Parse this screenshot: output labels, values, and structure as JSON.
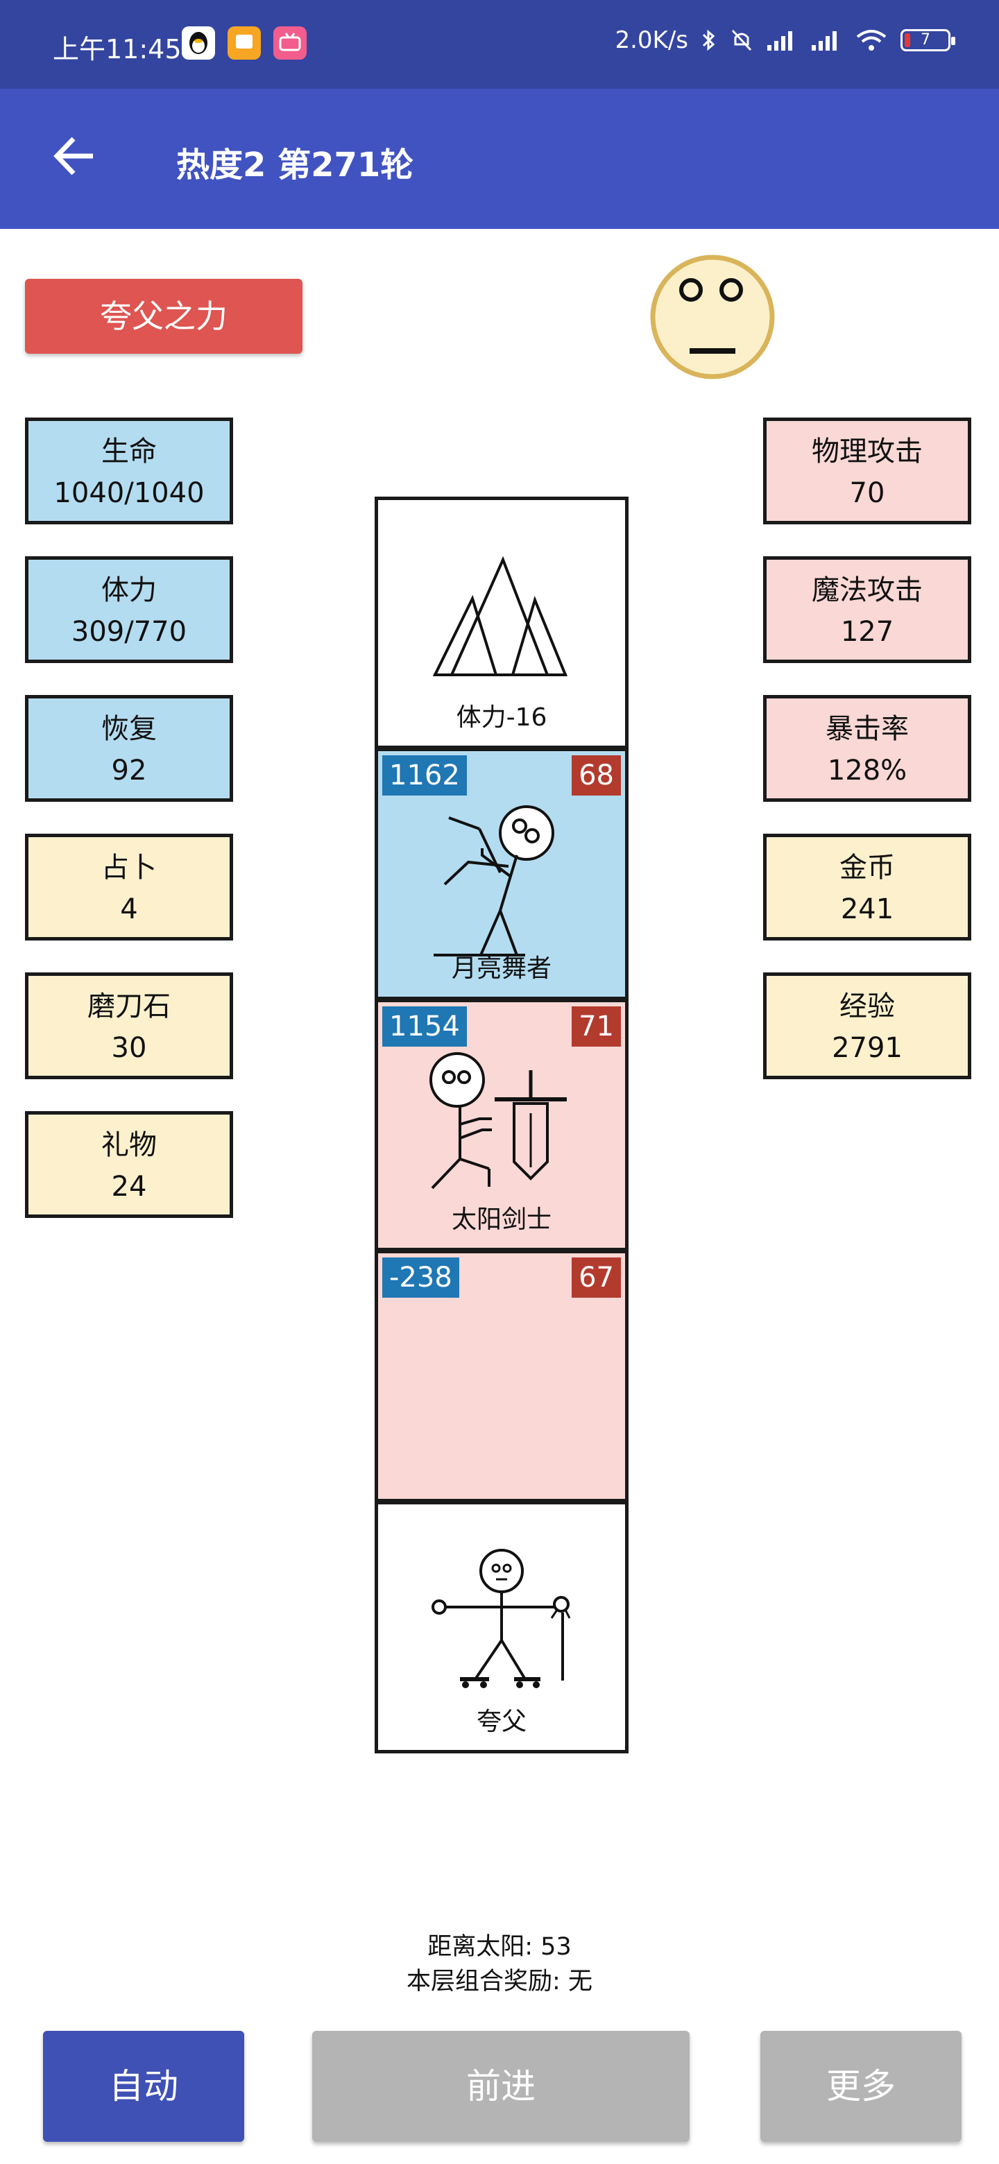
{
  "status": {
    "time": "上午11:45",
    "net_speed": "2.0K/s",
    "battery": "7"
  },
  "appbar": {
    "title": "热度2 第271轮"
  },
  "skill_button": "夸父之力",
  "left_stats": [
    {
      "label": "生命",
      "value": "1040/1040"
    },
    {
      "label": "体力",
      "value": "309/770"
    },
    {
      "label": "恢复",
      "value": "92"
    },
    {
      "label": "占卜",
      "value": "4"
    },
    {
      "label": "磨刀石",
      "value": "30"
    },
    {
      "label": "礼物",
      "value": "24"
    }
  ],
  "right_stats": [
    {
      "label": "物理攻击",
      "value": "70"
    },
    {
      "label": "魔法攻击",
      "value": "127"
    },
    {
      "label": "暴击率",
      "value": "128%"
    },
    {
      "label": "金币",
      "value": "241"
    },
    {
      "label": "经验",
      "value": "2791"
    }
  ],
  "tower": {
    "mountain": {
      "caption": "体力-16",
      "icon": "mountain-icon"
    },
    "moon_dancer": {
      "hp": "1162",
      "atk": "68",
      "caption": "月亮舞者"
    },
    "sun_swordsman": {
      "hp": "1154",
      "atk": "71",
      "caption": "太阳剑士"
    },
    "empty_enemy": {
      "hp": "-238",
      "atk": "67"
    },
    "player": {
      "caption": "夸父"
    }
  },
  "info": {
    "distance": "距离太阳: 53",
    "combo": "本层组合奖励: 无"
  },
  "buttons": {
    "auto": "自动",
    "forward": "前进",
    "more": "更多"
  },
  "colors": {
    "appbar": "#4153c1",
    "statusbar": "#3445a0",
    "skill": "#de5551",
    "hp_badge": "#1f77b4",
    "atk_badge": "#b23b2e",
    "blue_box": "#b3dcf0",
    "cream_box": "#fdf1cd",
    "pink_box": "#f9d8d5",
    "disabled": "#b4b4b4"
  }
}
